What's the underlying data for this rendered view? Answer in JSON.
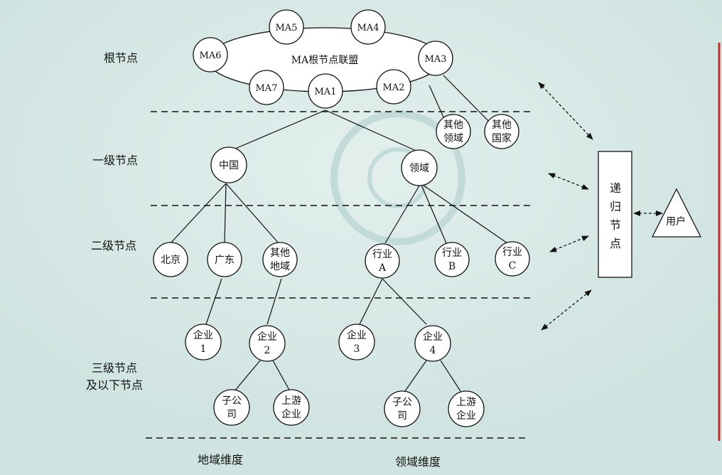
{
  "levels": {
    "root": "根节点",
    "first": "一级节点",
    "second": "二级节点",
    "third_line1": "三级节点",
    "third_line2": "及以下节点"
  },
  "root": {
    "alliance": "MA根节点联盟",
    "ma1": "MA1",
    "ma2": "MA2",
    "ma3": "MA3",
    "ma4": "MA4",
    "ma5": "MA5",
    "ma6": "MA6",
    "ma7": "MA7"
  },
  "other_domain": [
    "其他",
    "领域"
  ],
  "other_country": [
    "其他",
    "国家"
  ],
  "level1": {
    "china": "中国",
    "domain": "领域"
  },
  "level2": {
    "beijing": "北京",
    "guangdong": "广东",
    "other_region": [
      "其他",
      "地域"
    ],
    "industry_a": [
      "行业",
      "A"
    ],
    "industry_b": [
      "行业",
      "B"
    ],
    "industry_c": [
      "行业",
      "C"
    ]
  },
  "level3": {
    "ent1": [
      "企业",
      "1"
    ],
    "ent2": [
      "企业",
      "2"
    ],
    "ent3": [
      "企业",
      "3"
    ],
    "ent4": [
      "企业",
      "4"
    ]
  },
  "level4": {
    "sub_left": [
      "子公",
      "司"
    ],
    "up_left": [
      "上游",
      "企业"
    ],
    "sub_right": [
      "子公",
      "司"
    ],
    "up_right": [
      "上游",
      "企业"
    ]
  },
  "recursive": [
    "递",
    "归",
    "节",
    "点"
  ],
  "user": "用户",
  "footer": {
    "region": "地域维度",
    "domain": "领域维度"
  }
}
